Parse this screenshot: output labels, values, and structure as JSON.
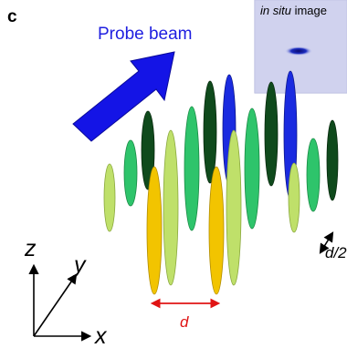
{
  "panel": {
    "letter": "c"
  },
  "probe": {
    "label": "Probe beam",
    "color": "#1414e6"
  },
  "inset": {
    "title_italic": "in situ",
    "title_rest": " image"
  },
  "axes": {
    "z": "z",
    "y": "y",
    "x": "x"
  },
  "dimensions": {
    "d": "d",
    "d_half": "d/2",
    "d_color": "#e01414"
  },
  "colors": {
    "yellow": "#f2c400",
    "pale_green": "#bfe06a",
    "light_green": "#7ed957",
    "medium_green": "#2ec46b",
    "dark_green": "#0f4a1c",
    "blue": "#1a2be0"
  }
}
